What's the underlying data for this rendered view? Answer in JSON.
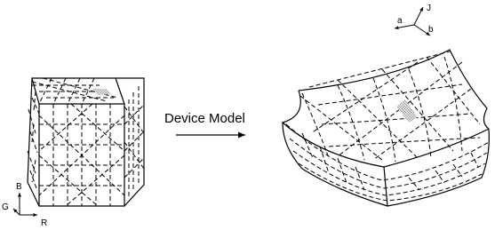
{
  "diagram": {
    "transform_label": "Device Model",
    "input_axes": {
      "vertical": "B",
      "depth": "G",
      "horizontal": "R"
    },
    "output_axes": {
      "vertical": "J",
      "left": "a",
      "right": "b"
    }
  },
  "colors": {
    "ink": "#000000",
    "background": "#ffffff",
    "highlight": "#b8b8b8"
  }
}
